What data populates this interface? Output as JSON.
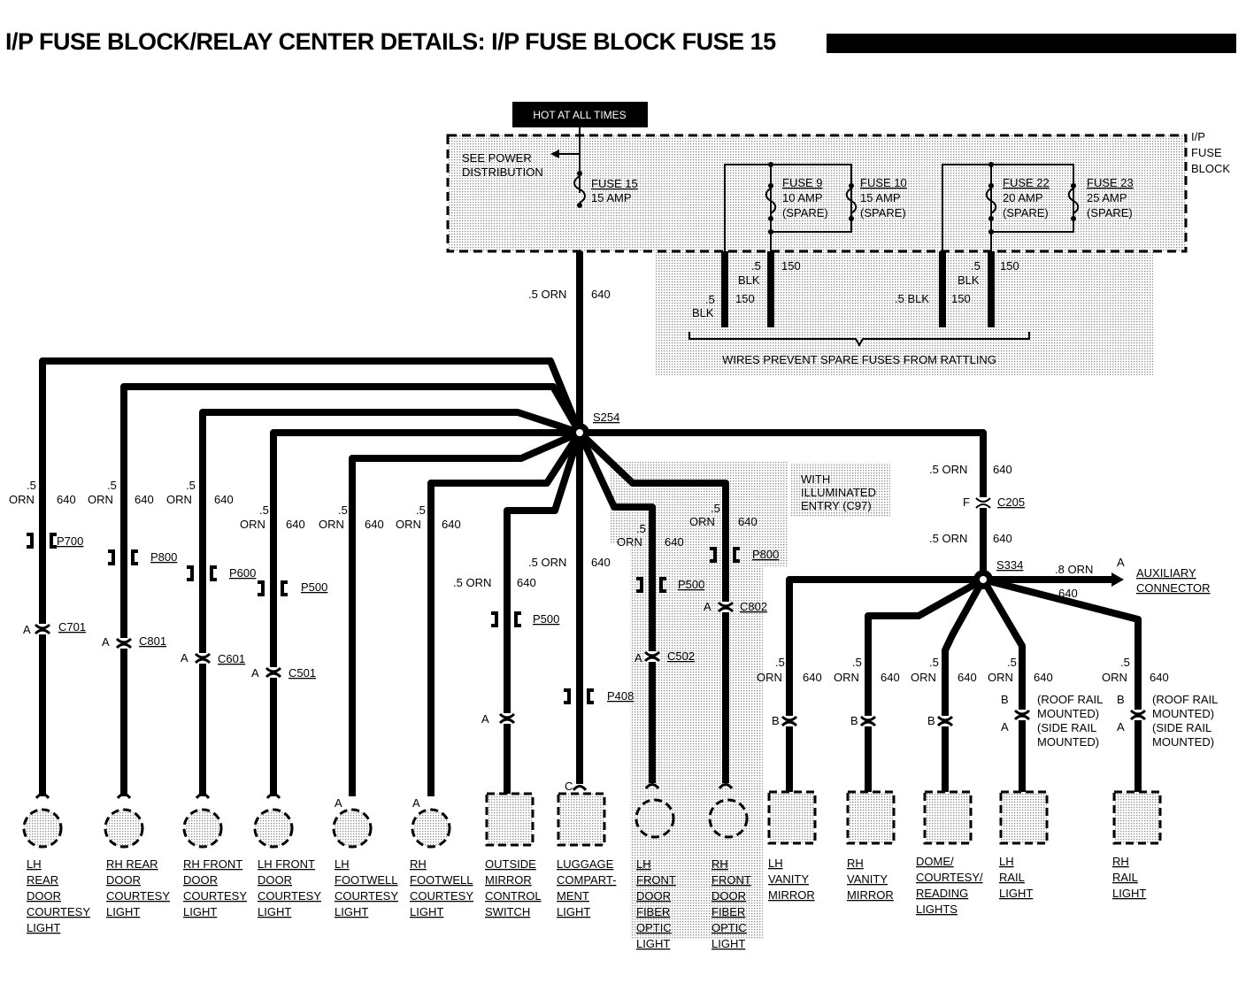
{
  "title": "I/P FUSE BLOCK/RELAY CENTER DETAILS:  I/P FUSE BLOCK FUSE 15",
  "hot_label": "HOT AT ALL TIMES",
  "fuse_block_label": [
    "I/P",
    "FUSE",
    "BLOCK"
  ],
  "power_dist": [
    "SEE POWER",
    "DISTRIBUTION"
  ],
  "fuses": [
    {
      "name": "FUSE 15",
      "rating": "15 AMP",
      "note": ""
    },
    {
      "name": "FUSE 9",
      "rating": "10 AMP",
      "note": "(SPARE)"
    },
    {
      "name": "FUSE 10",
      "rating": "15 AMP",
      "note": "(SPARE)"
    },
    {
      "name": "FUSE 22",
      "rating": "20 AMP",
      "note": "(SPARE)"
    },
    {
      "name": "FUSE 23",
      "rating": "25 AMP",
      "note": "(SPARE)"
    }
  ],
  "spare_wire": {
    "size": ".5",
    "color": "BLK",
    "circuit": "150",
    "inline_label": ".5 BLK"
  },
  "wires_note": "WIRES PREVENT SPARE FUSES FROM RATTLING",
  "wire_spec": {
    "size": ".5",
    "color": "ORN",
    "circuit": "640",
    "inline": ".5 ORN"
  },
  "aux_wire": {
    "inline": ".8 ORN",
    "circuit": "640"
  },
  "splices": [
    "S254",
    "S334"
  ],
  "illuminated_note": [
    "WITH",
    "ILLUMINATED",
    "ENTRY (C97)"
  ],
  "connectors": {
    "P700": "P700",
    "P800": "P800",
    "P600": "P600",
    "P500": "P500",
    "P408": "P408",
    "C701": "C701",
    "C801": "C801",
    "C601": "C601",
    "C501": "C501",
    "C502": "C502",
    "C802": "C802",
    "C205": "C205"
  },
  "pins": {
    "A": "A",
    "B": "B",
    "C": "C",
    "F": "F"
  },
  "mount_notes": [
    "(ROOF RAIL",
    "MOUNTED)",
    "(SIDE RAIL",
    "MOUNTED)"
  ],
  "aux_connector": [
    "AUXILIARY",
    "CONNECTOR"
  ],
  "components": [
    {
      "lines": [
        "LH",
        "REAR",
        "DOOR",
        "COURTESY",
        "LIGHT"
      ]
    },
    {
      "lines": [
        "RH REAR",
        "DOOR",
        "COURTESY",
        "LIGHT"
      ]
    },
    {
      "lines": [
        "RH FRONT",
        "DOOR",
        "COURTESY",
        "LIGHT"
      ]
    },
    {
      "lines": [
        "LH FRONT",
        "DOOR",
        "COURTESY",
        "LIGHT"
      ]
    },
    {
      "lines": [
        "LH",
        "FOOTWELL",
        "COURTESY",
        "LIGHT"
      ]
    },
    {
      "lines": [
        "RH",
        "FOOTWELL",
        "COURTESY",
        "LIGHT"
      ]
    },
    {
      "lines": [
        "OUTSIDE",
        "MIRROR",
        "CONTROL",
        "SWITCH"
      ]
    },
    {
      "lines": [
        "LUGGAGE",
        "COMPART-",
        "MENT",
        "LIGHT"
      ]
    },
    {
      "lines": [
        "LH",
        "FRONT",
        "DOOR",
        "FIBER",
        "OPTIC",
        "LIGHT"
      ]
    },
    {
      "lines": [
        "RH",
        "FRONT",
        "DOOR",
        "FIBER",
        "OPTIC",
        "LIGHT"
      ]
    },
    {
      "lines": [
        "LH",
        "VANITY",
        "MIRROR"
      ]
    },
    {
      "lines": [
        "RH",
        "VANITY",
        "MIRROR"
      ]
    },
    {
      "lines": [
        "DOME/",
        "COURTESY/",
        "READING",
        "LIGHTS"
      ]
    },
    {
      "lines": [
        "LH",
        "RAIL",
        "LIGHT"
      ]
    },
    {
      "lines": [
        "RH",
        "RAIL",
        "LIGHT"
      ]
    }
  ]
}
